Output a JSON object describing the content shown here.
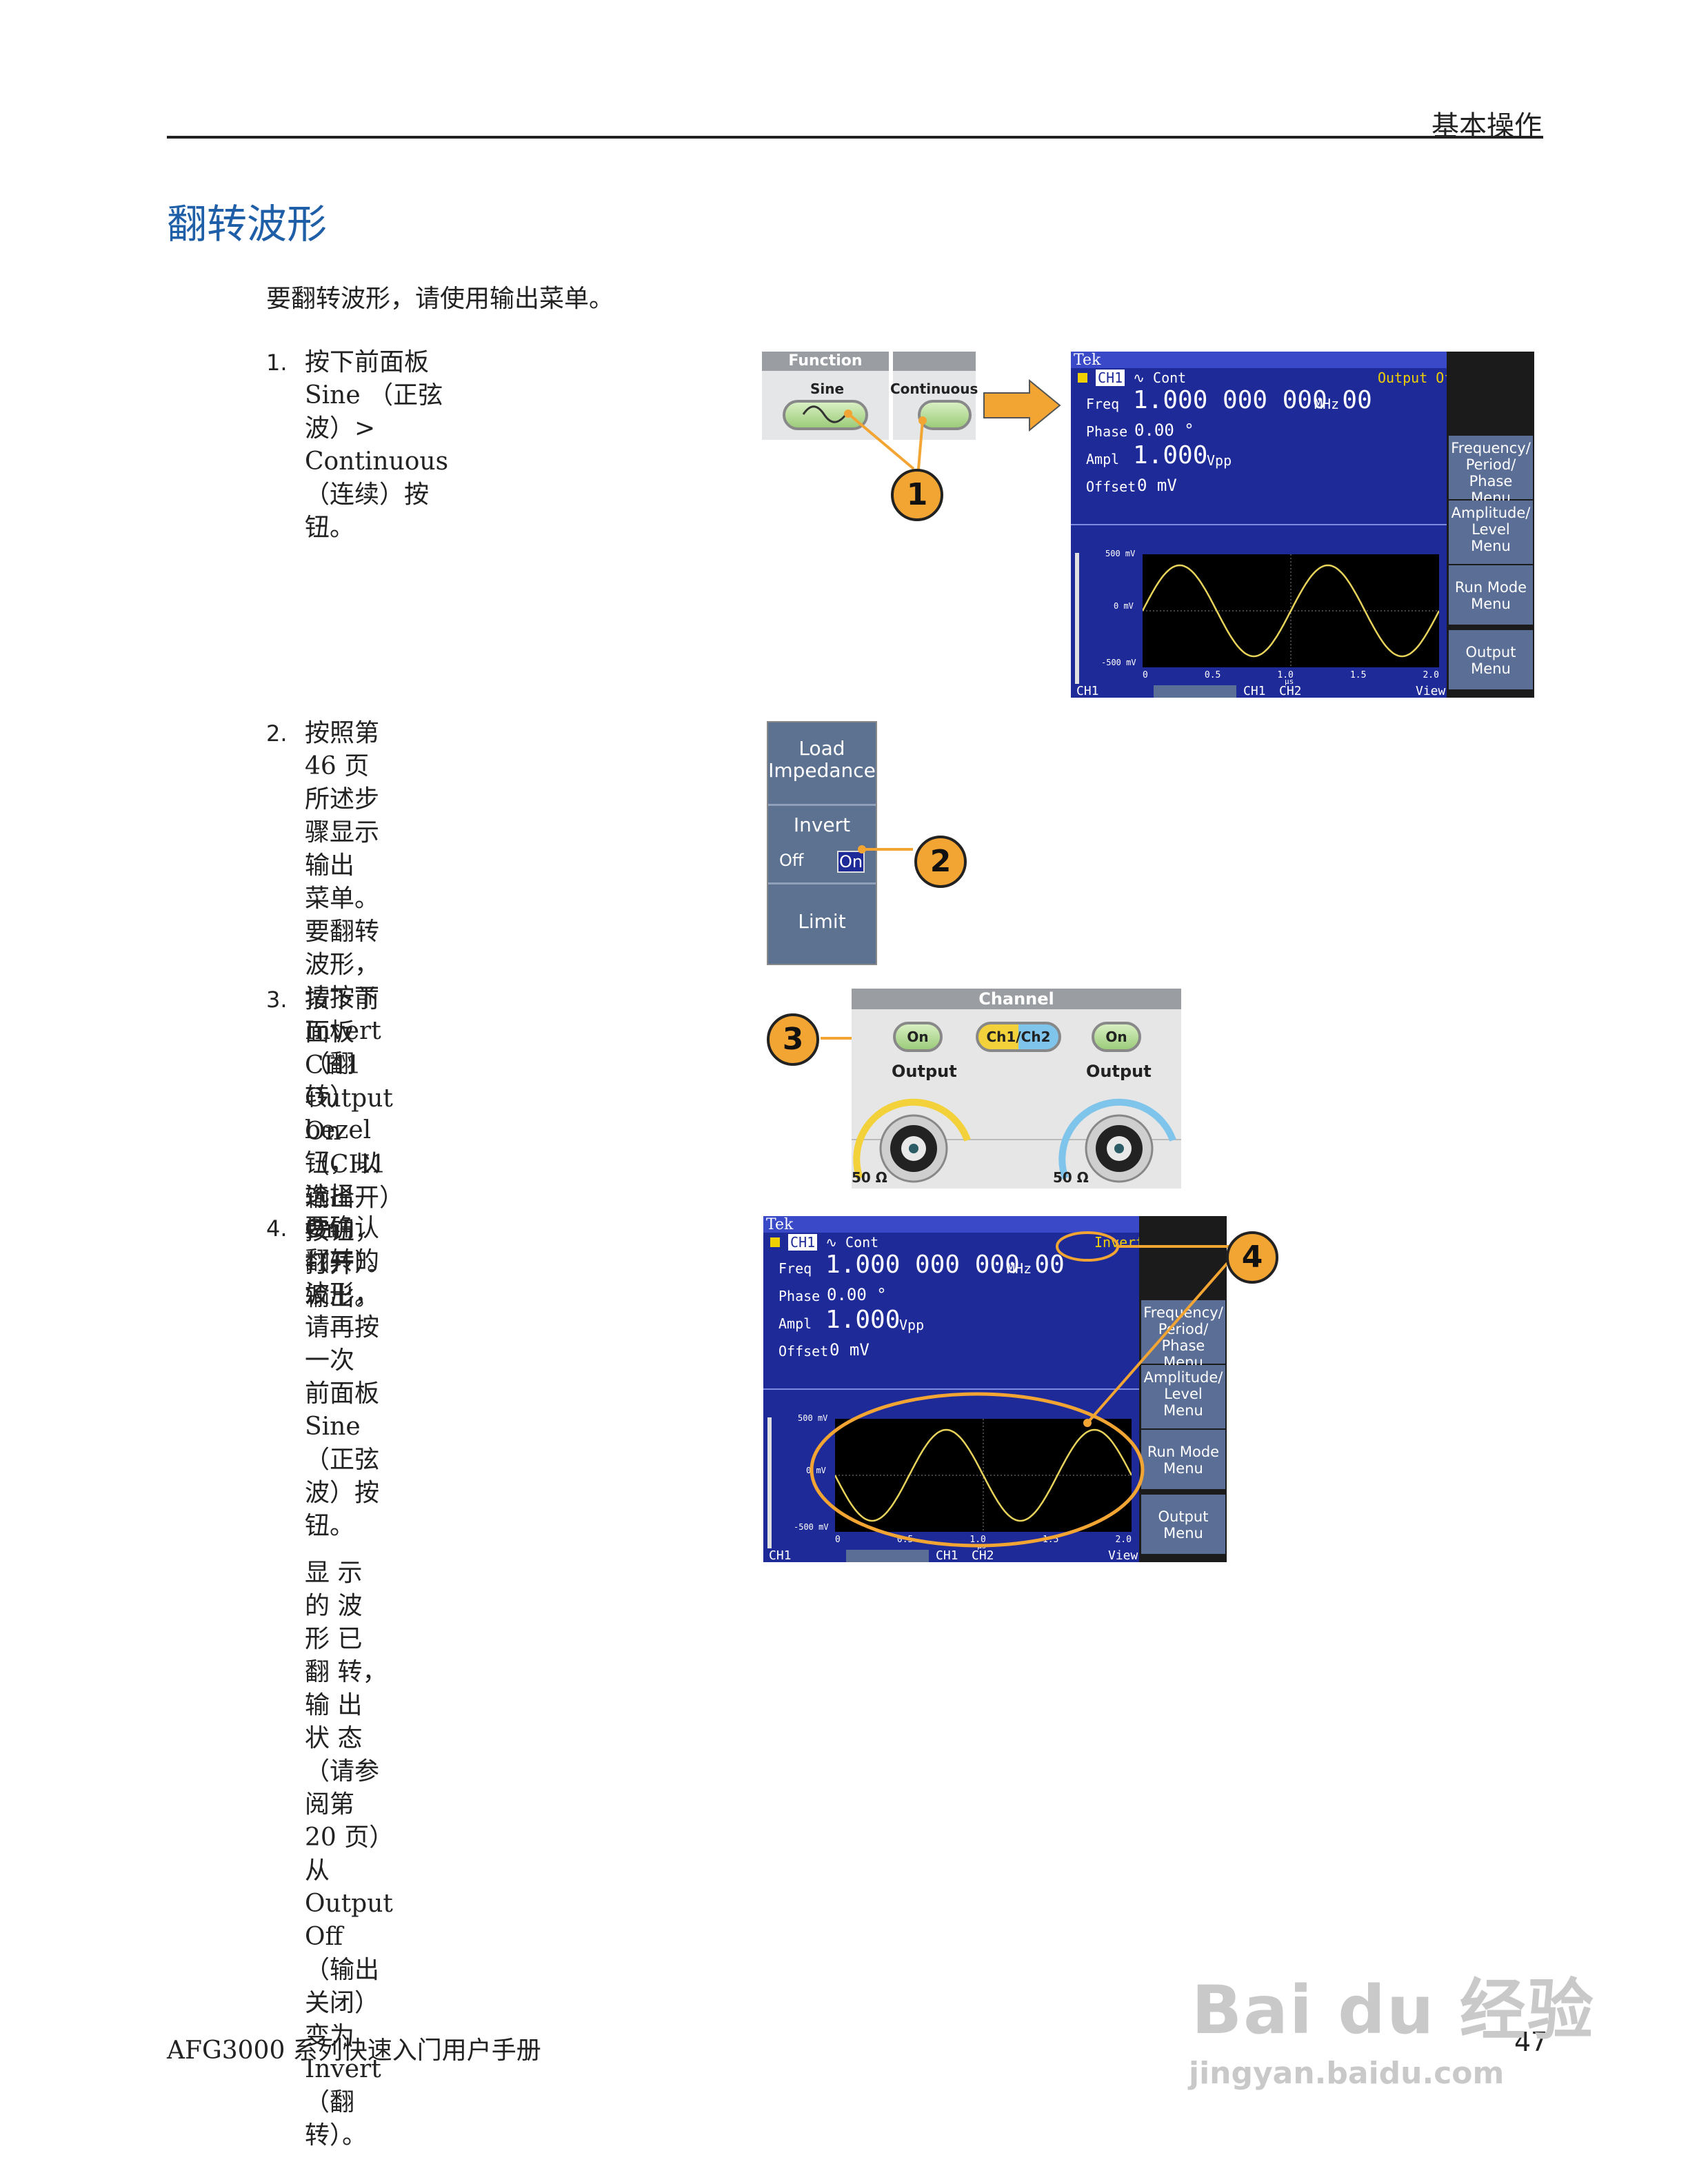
{
  "header": {
    "section": "基本操作"
  },
  "title": "翻转波形",
  "intro": "要翻转波形，请使用输出菜单。",
  "steps": [
    {
      "num": "1.",
      "lines": [
        "按下前面板 Sine （正弦波）>",
        "Continuous （连续）按钮。"
      ]
    },
    {
      "num": "2.",
      "lines": [
        "按照第 46 页所述步骤显示输出",
        "菜单。要翻转波形，请按下",
        "Invert （翻转） bezel 钮，以选择",
        "On （开）。"
      ]
    },
    {
      "num": "3.",
      "lines": [
        "按下前面板 CH1 Output On",
        "（CH1 输出开）按钮，打开",
        "输出。"
      ]
    },
    {
      "num": "4.",
      "lines": [
        "要确认翻转的波形，请再按一次",
        "前面板 Sine （正弦波）按钮。"
      ],
      "extra": [
        "显 示 的 波 形 已 翻 转，输 出 状 态",
        "（请参阅第 20 页）从 Output Off",
        "（输出关闭）变为 Invert（翻转）。"
      ]
    }
  ],
  "function_panel": {
    "title": "Function",
    "sine_label": "Sine",
    "cont_label": "Continuous"
  },
  "scope1": {
    "brand": "Tek",
    "channel": "CH1",
    "mode": "Cont",
    "status": "Output Off",
    "freq_label": "Freq",
    "freq_value": "1.000 000 000 00",
    "freq_unit": "MHz",
    "phase_label": "Phase",
    "phase_value": "0.00 °",
    "ampl_label": "Ampl",
    "ampl_value": "1.000",
    "ampl_unit": "Vpp",
    "offset_label": "Offset",
    "offset_value": "0 mV",
    "menu": [
      "Frequency/\nPeriod/\nPhase Menu",
      "Amplitude/\nLevel\nMenu",
      "Run Mode\nMenu",
      "Output\nMenu"
    ],
    "y_ticks": [
      "500 mV",
      "0 mV",
      "-500 mV"
    ],
    "x_ticks": [
      "0",
      "0.5",
      "1.0",
      "1.5",
      "2.0"
    ],
    "x_unit": "μs",
    "bottom": [
      "CH1",
      "CH1",
      "CH2",
      "View"
    ]
  },
  "scope2": {
    "brand": "Tek",
    "channel": "CH1",
    "mode": "Cont",
    "status": "Invert",
    "freq_label": "Freq",
    "freq_value": "1.000 000 000 00",
    "freq_unit": "MHz",
    "phase_label": "Phase",
    "phase_value": "0.00 °",
    "ampl_label": "Ampl",
    "ampl_value": "1.000",
    "ampl_unit": "Vpp",
    "offset_label": "Offset",
    "offset_value": "0 mV",
    "menu": [
      "Frequency/\nPeriod/\nPhase Menu",
      "Amplitude/\nLevel\nMenu",
      "Run Mode\nMenu",
      "Output\nMenu"
    ],
    "y_ticks": [
      "500 mV",
      "0 mV",
      "-500 mV"
    ],
    "x_ticks": [
      "0",
      "0.5",
      "1.0",
      "1.5",
      "2.0"
    ],
    "x_unit": "μs",
    "bottom": [
      "CH1",
      "CH1",
      "CH2",
      "View"
    ]
  },
  "bezel": {
    "load": "Load\nImpedance",
    "invert": "Invert",
    "off": "Off",
    "on": "On",
    "limit": "Limit"
  },
  "channel_panel": {
    "title": "Channel",
    "on_left": "On",
    "ch_toggle_a": "Ch1",
    "ch_toggle_b": "Ch2",
    "on_right": "On",
    "output_left": "Output",
    "output_right": "Output",
    "ohm_left": "50 Ω",
    "ohm_right": "50 Ω"
  },
  "callouts": [
    "1",
    "2",
    "3",
    "4"
  ],
  "footer": {
    "manual": "AFG3000 系列快速入门用户手册",
    "page": "47"
  },
  "watermark": {
    "brand": "Bai du 经验",
    "url": "jingyan.baidu.com"
  },
  "colors": {
    "title_blue": "#1f5fa8",
    "screen_blue": "#1f2a99",
    "callout_orange": "#f2a533",
    "wave_yellow": "#e8d35a"
  }
}
